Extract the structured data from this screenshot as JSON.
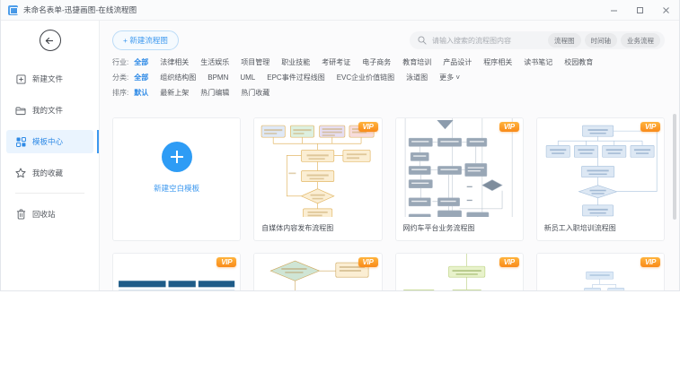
{
  "window": {
    "title": "未命名表单-迅捷画图-在线流程图",
    "minimize_label": "最小化",
    "maximize_label": "最大化",
    "close_label": "关闭"
  },
  "sidebar": {
    "back_label": "返回",
    "items": [
      {
        "label": "新建文件",
        "icon": "new-file-icon",
        "active": false
      },
      {
        "label": "我的文件",
        "icon": "folder-icon",
        "active": false
      },
      {
        "label": "模板中心",
        "icon": "grid-icon",
        "active": true
      },
      {
        "label": "我的收藏",
        "icon": "star-icon",
        "active": false
      },
      {
        "label": "回收站",
        "icon": "trash-icon",
        "active": false
      }
    ]
  },
  "toolbar": {
    "new_flowchart_label": "+ 新建流程图"
  },
  "search": {
    "placeholder": "请输入搜索的流程图内容",
    "value": "",
    "hot_tags": [
      "流程图",
      "时间轴",
      "业务流程"
    ]
  },
  "filters": [
    {
      "label": "行业:",
      "items": [
        "全部",
        "法律相关",
        "生活娱乐",
        "项目管理",
        "职业技能",
        "考研考证",
        "电子商务",
        "教育培训",
        "产品设计",
        "程序相关",
        "读书笔记",
        "校园教育"
      ],
      "active_index": 0,
      "more": ""
    },
    {
      "label": "分类:",
      "items": [
        "全部",
        "组织结构图",
        "BPMN",
        "UML",
        "EPC事件过程线图",
        "EVC企业价值链图",
        "泳道图"
      ],
      "active_index": 0,
      "more": "更多 ˅"
    },
    {
      "label": "排序:",
      "items": [
        "默认",
        "最新上架",
        "热门编辑",
        "热门收藏"
      ],
      "active_index": 0,
      "more": ""
    }
  ],
  "cards": [
    {
      "type": "blank",
      "title": "新建空白模板",
      "vip": false,
      "vip_label": "VIP"
    },
    {
      "type": "thumb",
      "title": "自媒体内容发布流程图",
      "vip": true,
      "vip_label": "VIP",
      "theme": "orange"
    },
    {
      "type": "thumb",
      "title": "网约车平台业务流程图",
      "vip": true,
      "vip_label": "VIP",
      "theme": "slate"
    },
    {
      "type": "thumb",
      "title": "新员工入职培训流程图",
      "vip": true,
      "vip_label": "VIP",
      "theme": "blue"
    },
    {
      "type": "thumb",
      "title": "",
      "vip": true,
      "vip_label": "VIP",
      "theme": "table"
    },
    {
      "type": "thumb",
      "title": "",
      "vip": true,
      "vip_label": "VIP",
      "theme": "green-diamond"
    },
    {
      "type": "thumb",
      "title": "",
      "vip": true,
      "vip_label": "VIP",
      "theme": "green-tree"
    },
    {
      "type": "thumb",
      "title": "",
      "vip": true,
      "vip_label": "VIP",
      "theme": "lightblue"
    }
  ],
  "colors": {
    "accent": "#2e8ae6",
    "vip_badge": "#f98a19",
    "active_nav_bg": "#eaf4fe",
    "page_bg": "#fbfbfc"
  }
}
